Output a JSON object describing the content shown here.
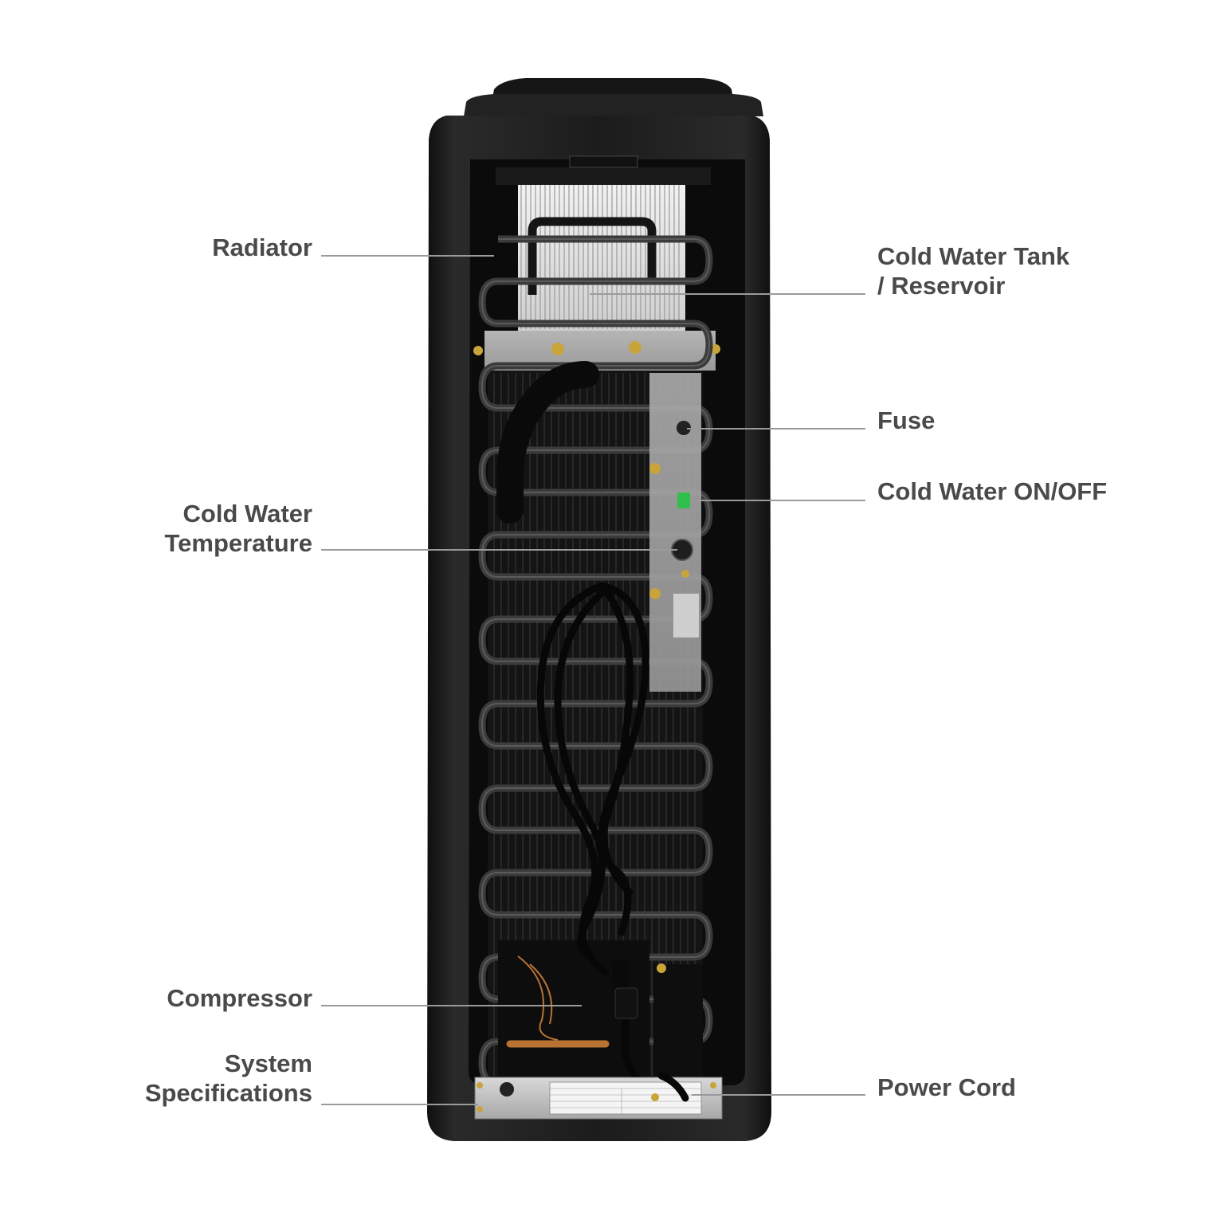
{
  "callouts": {
    "radiator": {
      "lines": [
        "Radiator"
      ]
    },
    "tank": {
      "lines": [
        "Cold Water Tank",
        "/ Reservoir"
      ]
    },
    "fuse": {
      "lines": [
        "Fuse"
      ]
    },
    "switch": {
      "lines": [
        "Cold Water ON/OFF"
      ]
    },
    "thermostat": {
      "lines": [
        "Cold Water",
        "Temperature"
      ]
    },
    "compressor": {
      "lines": [
        "Compressor"
      ]
    },
    "specs": {
      "lines": [
        "System",
        "Specifications"
      ]
    },
    "cord": {
      "lines": [
        "Power Cord"
      ]
    }
  },
  "colors": {
    "label_text": "#4a4a4a",
    "leader_line": "#9a9a9a",
    "cabinet": "#1b1b1b",
    "coil": "#2a2a2a",
    "switch_green": "#2fbf4a",
    "copper": "#b87333"
  }
}
